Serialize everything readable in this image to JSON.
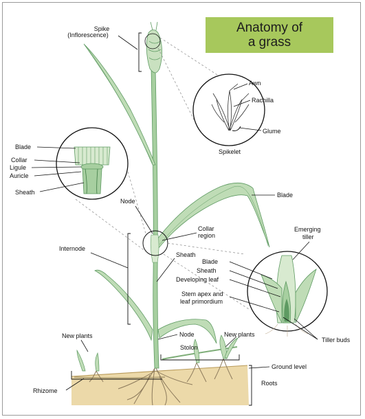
{
  "title": "Anatomy of\na grass",
  "colors": {
    "title_bg": "#a7c85c",
    "leaf_light": "#d8ead0",
    "leaf_mid": "#a7cfa0",
    "leaf_dark": "#5e9a62",
    "soil": "#e9d29a",
    "root": "#8c7a5c"
  },
  "labels": {
    "spike": "Spike",
    "inflorescence": "(Inflorescence)",
    "awn": "Awn",
    "rachilla": "Rachilla",
    "glume": "Glume",
    "spikelet": "Spikelet",
    "blade_left": "Blade",
    "collar_left": "Collar",
    "ligule": "Ligule",
    "auricle": "Auricle",
    "sheath_left": "Sheath",
    "blade_right": "Blade",
    "node_top": "Node",
    "collar_region_1": "Collar",
    "collar_region_2": "region",
    "internode": "Internode",
    "sheath_mid": "Sheath",
    "emerging_1": "Emerging",
    "emerging_2": "tiller",
    "blade_inset": "Blade",
    "sheath_inset": "Sheath",
    "developing_leaf": "Developing leaf",
    "stem_apex_1": "Stem apex and",
    "stem_apex_2": "leaf primordium",
    "node_bottom": "Node",
    "tiller_buds": "Tiller buds",
    "new_plants_left": "New plants",
    "new_plants_right": "New plants",
    "stolon": "Stolon",
    "ground_level": "Ground level",
    "roots": "Roots",
    "rhizome": "Rhizome"
  }
}
